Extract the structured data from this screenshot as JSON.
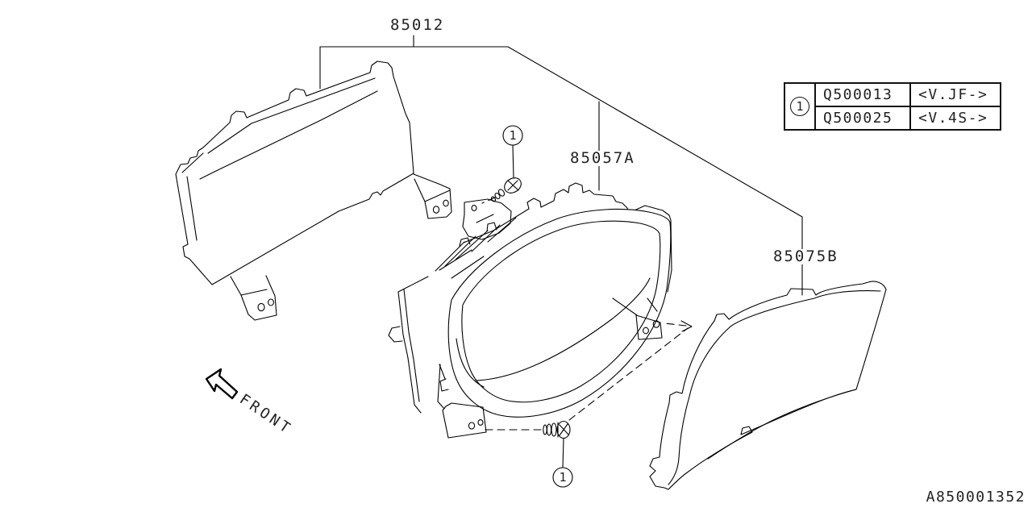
{
  "diagram": {
    "parts": {
      "cluster": {
        "label": "85012"
      },
      "housing": {
        "label": "85057A"
      },
      "lens": {
        "label": "85075B"
      }
    },
    "screw_callout": "1",
    "legend": {
      "callout": "1",
      "rows": [
        {
          "part_no": "Q500013",
          "variant": "<V.JF->"
        },
        {
          "part_no": "Q500025",
          "variant": "<V.4S->"
        }
      ]
    },
    "front_label": "FRONT",
    "drawing_number": "A850001352",
    "colors": {
      "line": "#000000",
      "background": "#ffffff"
    }
  }
}
